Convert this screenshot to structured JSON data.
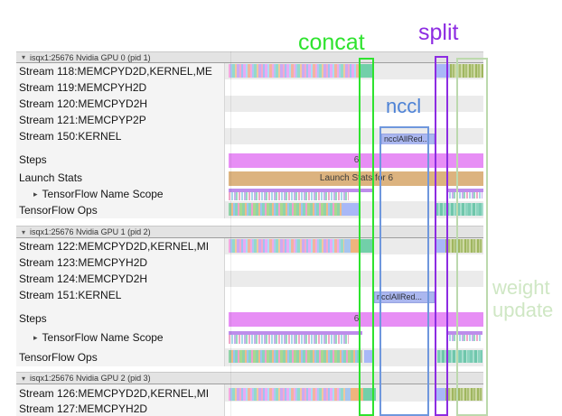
{
  "annotations": {
    "concat": "concat",
    "split": "split",
    "nccl": "nccl",
    "weight_update_line1": "weight",
    "weight_update_line2": "update"
  },
  "colors": {
    "concat": "#2ee32e",
    "split": "#8d2ce2",
    "nccl_text": "#4d82d6",
    "nccl_box": "#6f97dd",
    "weight_update": "#cfe7c4",
    "steps_bar": "#e78ef5",
    "launch_bar": "#dcb37f",
    "nccl_event_bar": "#abb7ef",
    "concat_segment_teal": "#72cfa9",
    "split_segment_blue": "#a9b8f7"
  },
  "icons": {
    "expanded": "▾",
    "collapsed": "▸"
  },
  "gpu0": {
    "header": "isqx1:25676 Nvidia GPU 0 (pid 1)",
    "stream118": "Stream 118:MEMCPYD2D,KERNEL,ME",
    "stream119": "Stream 119:MEMCPYH2D",
    "stream120": "Stream 120:MEMCPYD2H",
    "stream121": "Stream 121:MEMCPYP2P",
    "stream150": "Stream 150:KERNEL",
    "steps": "Steps",
    "steps_value": "6",
    "launch_stats": "Launch Stats",
    "launch_stats_bar": "Launch Stats for 6",
    "name_scope": "TensorFlow Name Scope",
    "ops": "TensorFlow Ops",
    "nccl_bar": "ncclAllRed..."
  },
  "gpu1": {
    "header": "isqx1:25676 Nvidia GPU 1 (pid 2)",
    "stream122": "Stream 122:MEMCPYD2D,KERNEL,MI",
    "stream123": "Stream 123:MEMCPYH2D",
    "stream124": "Stream 124:MEMCPYD2H",
    "stream151": "Stream 151:KERNEL",
    "steps": "Steps",
    "steps_value": "6",
    "name_scope": "TensorFlow Name Scope",
    "ops": "TensorFlow Ops",
    "nccl_bar": "ncclAllRed..."
  },
  "gpu2": {
    "header": "isqx1:25676 Nvidia GPU 2 (pid 3)",
    "stream126": "Stream 126:MEMCPYD2D,KERNEL,MI",
    "stream127": "Stream 127:MEMCPYH2D"
  }
}
